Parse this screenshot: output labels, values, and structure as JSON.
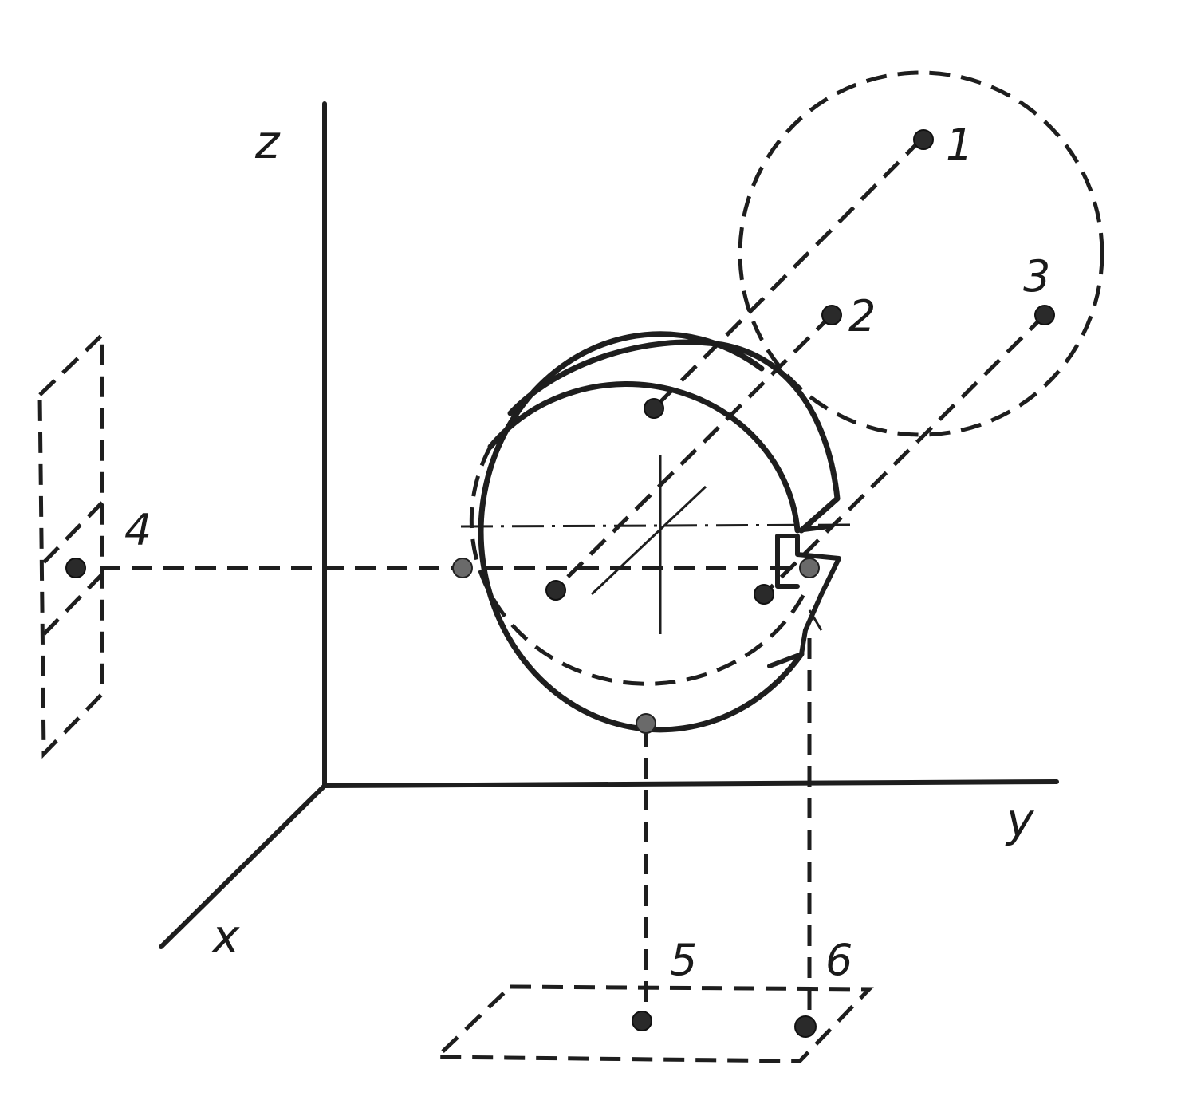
{
  "axes": {
    "z": "z",
    "y": "y",
    "x": "x"
  },
  "points": {
    "p1": "1",
    "p2": "2",
    "p3": "3",
    "p4": "4",
    "p5": "5",
    "p6": "6"
  },
  "colors": {
    "ink": "#1e1e1e",
    "background": "#ffffff"
  }
}
